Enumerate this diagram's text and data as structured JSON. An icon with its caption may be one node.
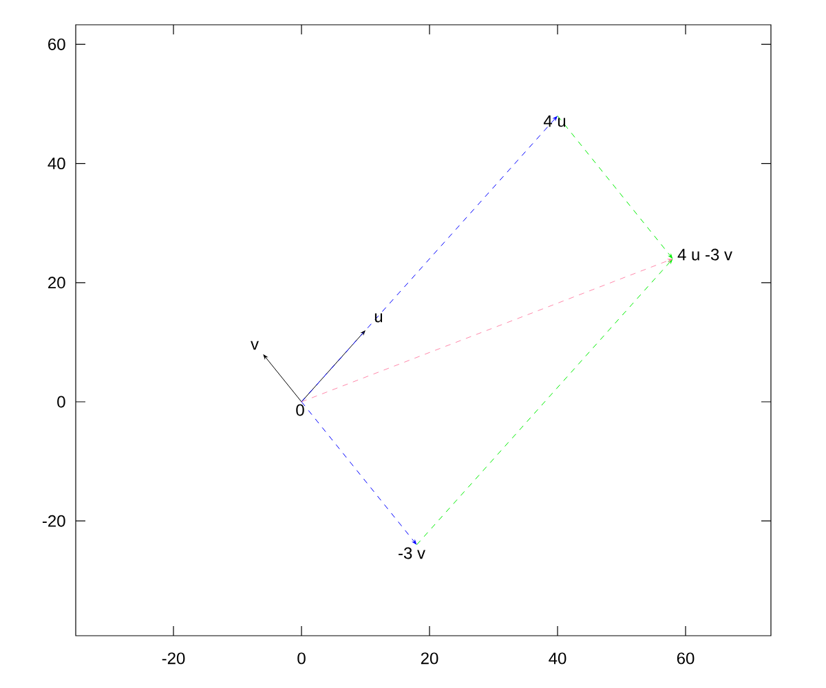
{
  "diagram": {
    "nodes": [
      {
        "text": [
          "0"
        ]
      },
      {
        "text": [
          "u"
        ]
      },
      {
        "text": [
          "v"
        ]
      },
      {
        "text": [
          "4 u"
        ]
      },
      {
        "text": [
          "-3 v"
        ]
      },
      {
        "text": [
          "4 u -3 v"
        ]
      }
    ],
    "edges": [
      {
        "from": 0,
        "to": 1,
        "arrow": "to"
      },
      {
        "from": 0,
        "to": 2,
        "arrow": "to"
      },
      {
        "from": 0,
        "to": 3,
        "arrow": "to",
        "style": "dashed",
        "color": "#0000ff"
      },
      {
        "from": 0,
        "to": 4,
        "arrow": "to",
        "style": "dashed",
        "color": "#0000ff"
      },
      {
        "from": 3,
        "to": 5,
        "arrow": "to",
        "style": "dashed",
        "color": "#00ee00"
      },
      {
        "from": 4,
        "to": 5,
        "arrow": "to",
        "style": "dashed",
        "color": "#00ee00"
      },
      {
        "from": 0,
        "to": 5,
        "arrow": "to",
        "style": "dashed",
        "color": "#ff88aa"
      }
    ],
    "labels": [
      "60",
      "40",
      "20",
      "0",
      "-20",
      "-20",
      "0",
      "20",
      "40",
      "60"
    ]
  }
}
